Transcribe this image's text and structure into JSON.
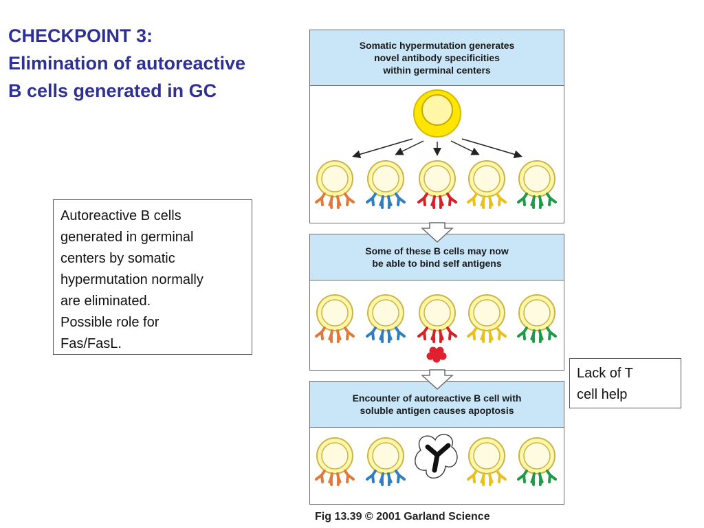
{
  "title": {
    "line1": "CHECKPOINT 3:",
    "line2": "Elimination of autoreactive",
    "line3": "B cells generated in GC"
  },
  "note": {
    "lines": [
      "Autoreactive B cells",
      "generated in germinal",
      "centers by somatic",
      "hypermutation normally",
      "are eliminated.",
      "Possible role for",
      "Fas/FasL."
    ]
  },
  "side_note": {
    "lines": [
      "Lack of T",
      "cell help"
    ]
  },
  "figure": {
    "panels": [
      {
        "heading": [
          "Somatic hypermutation generates",
          "novel antibody specificities",
          "within germinal centers"
        ]
      },
      {
        "heading": [
          "Some of these B cells may now",
          "be able to bind self antigens"
        ]
      },
      {
        "heading": [
          "Encounter of autoreactive B cell with",
          "soluble antigen causes apoptosis"
        ]
      }
    ],
    "credit": "Fig 13.39  © 2001 Garland Science"
  },
  "colors": {
    "title": "#2e3192",
    "panel_header": "#c8e6f7",
    "cell_fill": "#fff6a8",
    "cell_ring": "#c9b54a",
    "parent_cell": "#ffe600",
    "receptor_colors": [
      "#e07a3c",
      "#2f7fc1",
      "#d42027",
      "#e8c11f",
      "#1f9a48"
    ],
    "self_antigen": "#e0202e"
  }
}
